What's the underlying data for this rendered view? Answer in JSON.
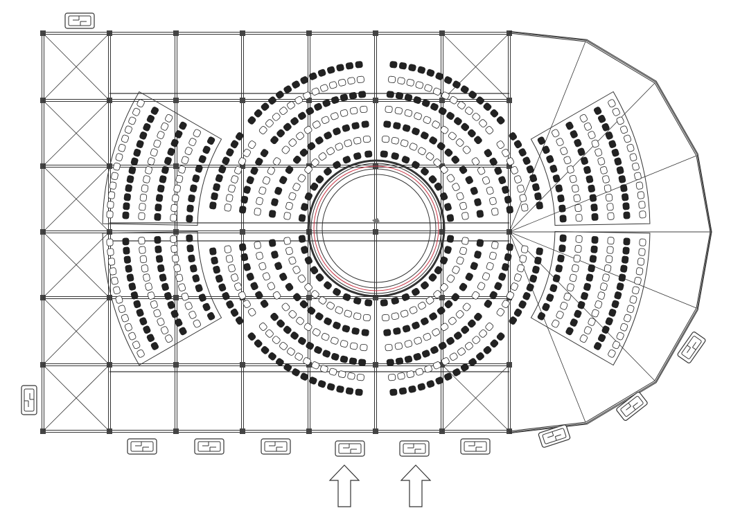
{
  "colors": {
    "line": "#333333",
    "seat_dark": "#222222",
    "seat_light": "#ffffff",
    "stage_accent": "#cc3344"
  },
  "sections": [
    {
      "name": "inner-top-left",
      "rows": 7
    },
    {
      "name": "inner-top-right",
      "rows": 7
    },
    {
      "name": "inner-left-upper",
      "rows": 7
    },
    {
      "name": "inner-left-lower",
      "rows": 7
    },
    {
      "name": "inner-bottom-left",
      "rows": 7
    },
    {
      "name": "inner-bottom-right",
      "rows": 7
    },
    {
      "name": "inner-right-lower",
      "rows": 7
    },
    {
      "name": "inner-right-upper",
      "rows": 7
    },
    {
      "name": "outer-left-upper",
      "rows": 6
    },
    {
      "name": "outer-left-lower",
      "rows": 6
    },
    {
      "name": "outer-right-upper",
      "rows": 6
    },
    {
      "name": "outer-right-lower",
      "rows": 6
    }
  ],
  "entrance_arrows": 2,
  "doors": 11
}
